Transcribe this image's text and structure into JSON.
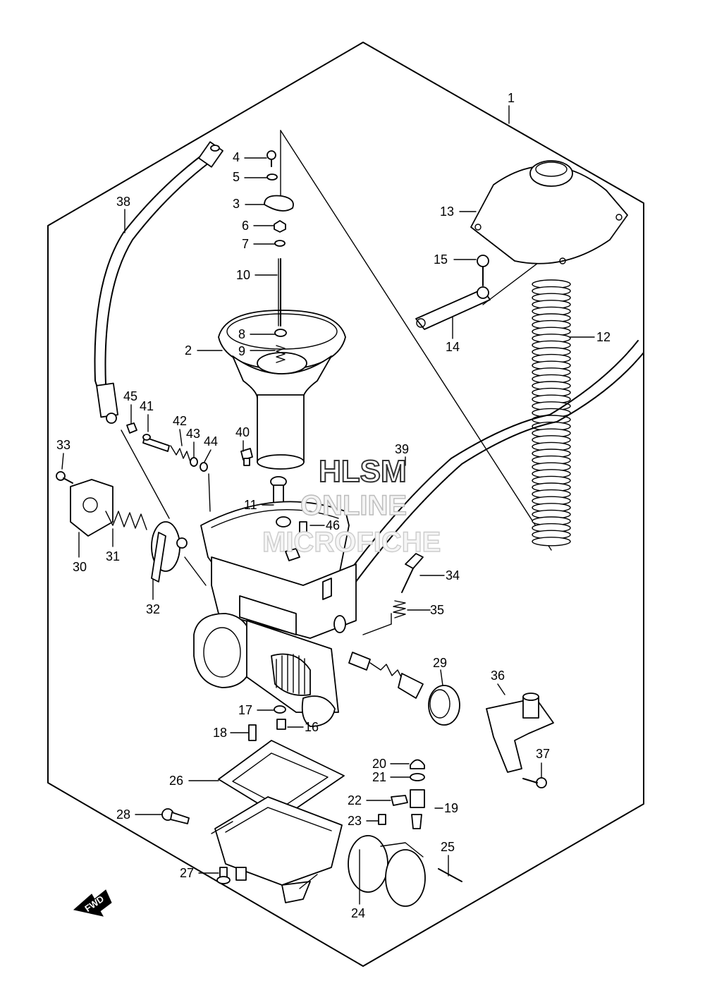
{
  "watermark": {
    "line1": "HLSM",
    "line2": "ONLINE",
    "line3": "MICROFICHE"
  },
  "direction_badge": "FWD",
  "callouts": [
    {
      "id": "c1",
      "text": "1"
    },
    {
      "id": "c2",
      "text": "2"
    },
    {
      "id": "c3",
      "text": "3"
    },
    {
      "id": "c4",
      "text": "4"
    },
    {
      "id": "c5",
      "text": "5"
    },
    {
      "id": "c6",
      "text": "6"
    },
    {
      "id": "c7",
      "text": "7"
    },
    {
      "id": "c8",
      "text": "8"
    },
    {
      "id": "c9",
      "text": "9"
    },
    {
      "id": "c10",
      "text": "10"
    },
    {
      "id": "c11",
      "text": "11"
    },
    {
      "id": "c12",
      "text": "12"
    },
    {
      "id": "c13",
      "text": "13"
    },
    {
      "id": "c14",
      "text": "14"
    },
    {
      "id": "c15",
      "text": "15"
    },
    {
      "id": "c16",
      "text": "16"
    },
    {
      "id": "c17",
      "text": "17"
    },
    {
      "id": "c18",
      "text": "18"
    },
    {
      "id": "c19",
      "text": "19"
    },
    {
      "id": "c20",
      "text": "20"
    },
    {
      "id": "c21",
      "text": "21"
    },
    {
      "id": "c22",
      "text": "22"
    },
    {
      "id": "c23",
      "text": "23"
    },
    {
      "id": "c24",
      "text": "24"
    },
    {
      "id": "c25",
      "text": "25"
    },
    {
      "id": "c26",
      "text": "26"
    },
    {
      "id": "c27",
      "text": "27"
    },
    {
      "id": "c28",
      "text": "28"
    },
    {
      "id": "c29",
      "text": "29"
    },
    {
      "id": "c30",
      "text": "30"
    },
    {
      "id": "c31",
      "text": "31"
    },
    {
      "id": "c32",
      "text": "32"
    },
    {
      "id": "c33",
      "text": "33"
    },
    {
      "id": "c34",
      "text": "34"
    },
    {
      "id": "c35",
      "text": "35"
    },
    {
      "id": "c36",
      "text": "36"
    },
    {
      "id": "c37",
      "text": "37"
    },
    {
      "id": "c38",
      "text": "38"
    },
    {
      "id": "c39",
      "text": "39"
    },
    {
      "id": "c40",
      "text": "40"
    },
    {
      "id": "c41",
      "text": "41"
    },
    {
      "id": "c42",
      "text": "42"
    },
    {
      "id": "c43",
      "text": "43"
    },
    {
      "id": "c44",
      "text": "44"
    },
    {
      "id": "c45",
      "text": "45"
    },
    {
      "id": "c46",
      "text": "46"
    }
  ]
}
